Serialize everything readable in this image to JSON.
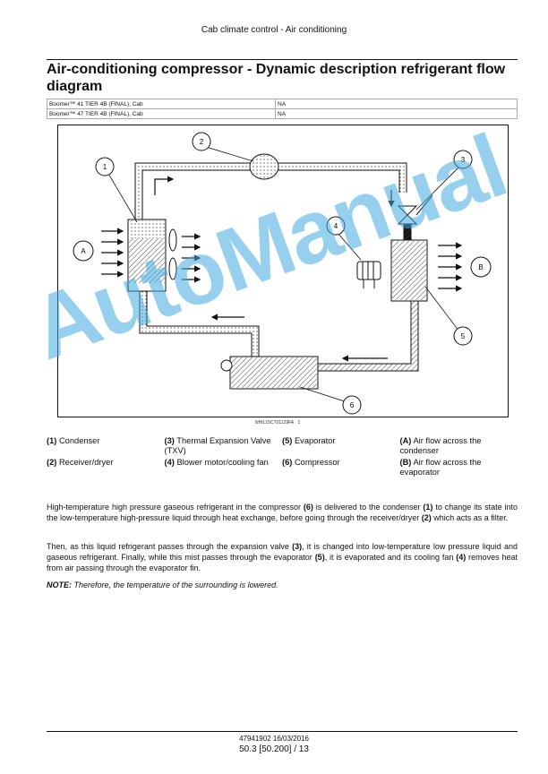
{
  "header": "Cab climate control - Air conditioning",
  "title": "Air-conditioning compressor - Dynamic description refrigerant flow diagram",
  "applicability": [
    {
      "model": "Boomer™ 41 TIER 4B (FINAL), Cab",
      "value": "NA"
    },
    {
      "model": "Boomer™ 47 TIER 4B (FINAL), Cab",
      "value": "NA"
    }
  ],
  "figure": {
    "callouts": [
      "1",
      "2",
      "3",
      "4",
      "5",
      "6",
      "A",
      "B"
    ],
    "ref_code": "NHIL15CT01129FA",
    "ref_num": "1"
  },
  "legend": {
    "row1": [
      {
        "key": "(1)",
        "text": "Condenser"
      },
      {
        "key": "(3)",
        "text": "Thermal Expansion Valve (TXV)"
      },
      {
        "key": "(5)",
        "text": "Evaporator"
      },
      {
        "key": "(A)",
        "text": "Air flow across the condenser"
      }
    ],
    "row2": [
      {
        "key": "(2)",
        "text": "Receiver/dryer"
      },
      {
        "key": "(4)",
        "text": "Blower motor/cooling fan"
      },
      {
        "key": "(6)",
        "text": "Compressor"
      },
      {
        "key": "(B)",
        "text": "Air flow across the evaporator"
      }
    ]
  },
  "para1": {
    "a": "High-temperature high pressure gaseous refrigerant in the compressor ",
    "b": "(6)",
    "c": " is delivered to the condenser ",
    "d": "(1)",
    "e": " to change its state into the low-temperature high-pressure liquid through heat exchange, before going through the receiver/dryer ",
    "f": "(2)",
    "g": " which acts as a filter."
  },
  "para2": {
    "a": "Then, as this liquid refrigerant passes through the expansion valve ",
    "b": "(3)",
    "c": ", it is changed into low-temperature low pressure liquid and gaseous refrigerant. Finally, while this mist passes through the evaporator ",
    "d": "(5)",
    "e": ", it is evaporated and its cooling fan ",
    "f": "(4)",
    "g": " removes heat from air passing through the evaporator fin."
  },
  "note": {
    "label": "NOTE:",
    "text": " Therefore, the temperature of the surrounding is lowered."
  },
  "footer": {
    "doc": "47941902 16/03/2016",
    "page": "50.3 [50.200] / 13"
  },
  "watermark": "AutoManual"
}
